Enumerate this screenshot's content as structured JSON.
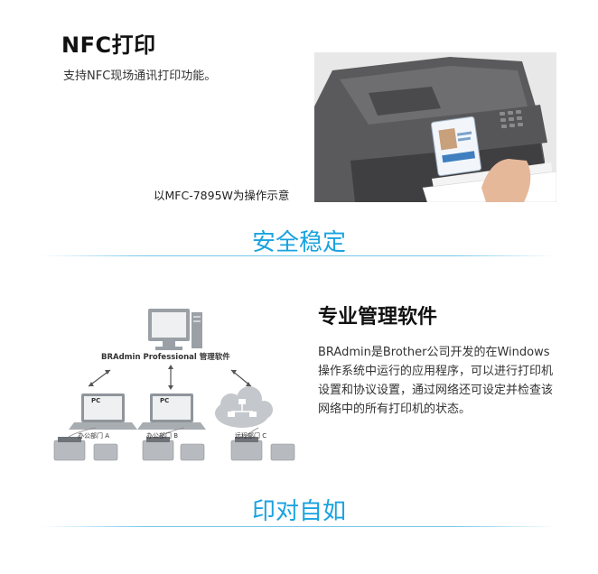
{
  "nfc": {
    "title": "NFC打印",
    "description": "支持NFC现场通讯打印功能。",
    "caption": "以MFC-7895W为操作示意"
  },
  "section_headers": {
    "stable": "安全稳定",
    "print_freely": "印对自如"
  },
  "software": {
    "title": "专业管理软件",
    "description": "BRAdmin是Brother公司开发的在Windows操作系统中运行的应用程序，可以进行打印机设置和协议设置，通过网络还可设定并检查该网络中的所有打印机的状态。"
  },
  "diagram": {
    "monitor_label": "BRAdmin Professional 管理软件",
    "pc_label": "PC",
    "departments": [
      "办公部门 A",
      "办公部门 B",
      "远程部门 C"
    ]
  },
  "colors": {
    "accent": "#1aa3df"
  }
}
